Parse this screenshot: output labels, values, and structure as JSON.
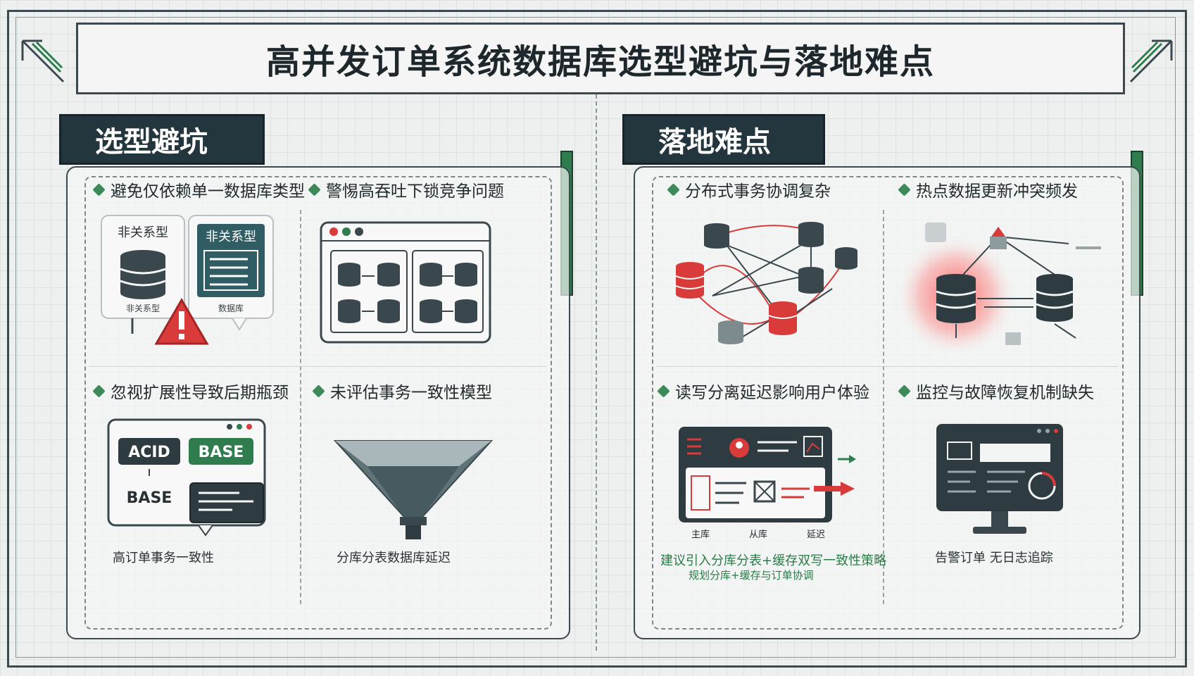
{
  "title": "高并发订单系统数据库选型避坑与落地难点",
  "left_section": {
    "tab": "选型避坑",
    "items": [
      {
        "label": "避免仅依赖单一数据库类型",
        "badge_a": "非关系型",
        "badge_b": "非关系型",
        "sub_a": "非关系型",
        "sub_b": "数据库"
      },
      {
        "label": "警惕高吞吐下锁竞争问题"
      },
      {
        "label": "忽视扩展性导致后期瓶颈",
        "acid": "ACID",
        "base_a": "BASE",
        "base_b": "BASE",
        "caption": "高订单事务一致性"
      },
      {
        "label": "未评估事务一致性模型",
        "caption": "分库分表数据库延迟"
      }
    ]
  },
  "right_section": {
    "tab": "落地难点",
    "items": [
      {
        "label": "分布式事务协调复杂"
      },
      {
        "label": "热点数据更新冲突频发"
      },
      {
        "label": "读写分离延迟影响用户体验",
        "tag_a": "主库",
        "tag_b": "从库",
        "tag_c": "延迟",
        "caption_a": "建议引入分库分表+缓存双写一致性策略",
        "caption_b": "规划分库+缓存与订单协调"
      },
      {
        "label": "监控与故障恢复机制缺失",
        "caption": "告警订单 无日志追踪"
      }
    ]
  },
  "colors": {
    "dark": "#24363d",
    "green": "#2f7d4f",
    "red": "#d93b3b",
    "db": "#3a474c"
  }
}
